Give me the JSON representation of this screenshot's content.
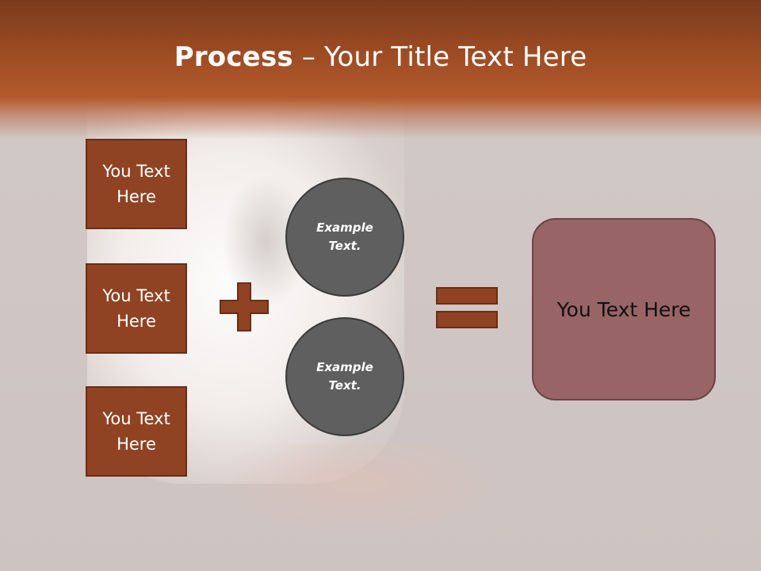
{
  "slide": {
    "title_bold": "Process",
    "title_rest": " – Your Title Text Here"
  },
  "boxes": [
    {
      "label": "You Text Here"
    },
    {
      "label": "You Text Here"
    },
    {
      "label": "You Text Here"
    }
  ],
  "circles": [
    {
      "label": "Example Text."
    },
    {
      "label": "Example Text."
    }
  ],
  "result": {
    "label": "You Text Here"
  },
  "colors": {
    "header": "#9a4a22",
    "box_fill": "#8f4323",
    "circle_fill": "#5f5f60",
    "result_fill": "#986466"
  },
  "icons": {
    "operator_plus": "plus-icon",
    "operator_equals": "equals-icon"
  }
}
